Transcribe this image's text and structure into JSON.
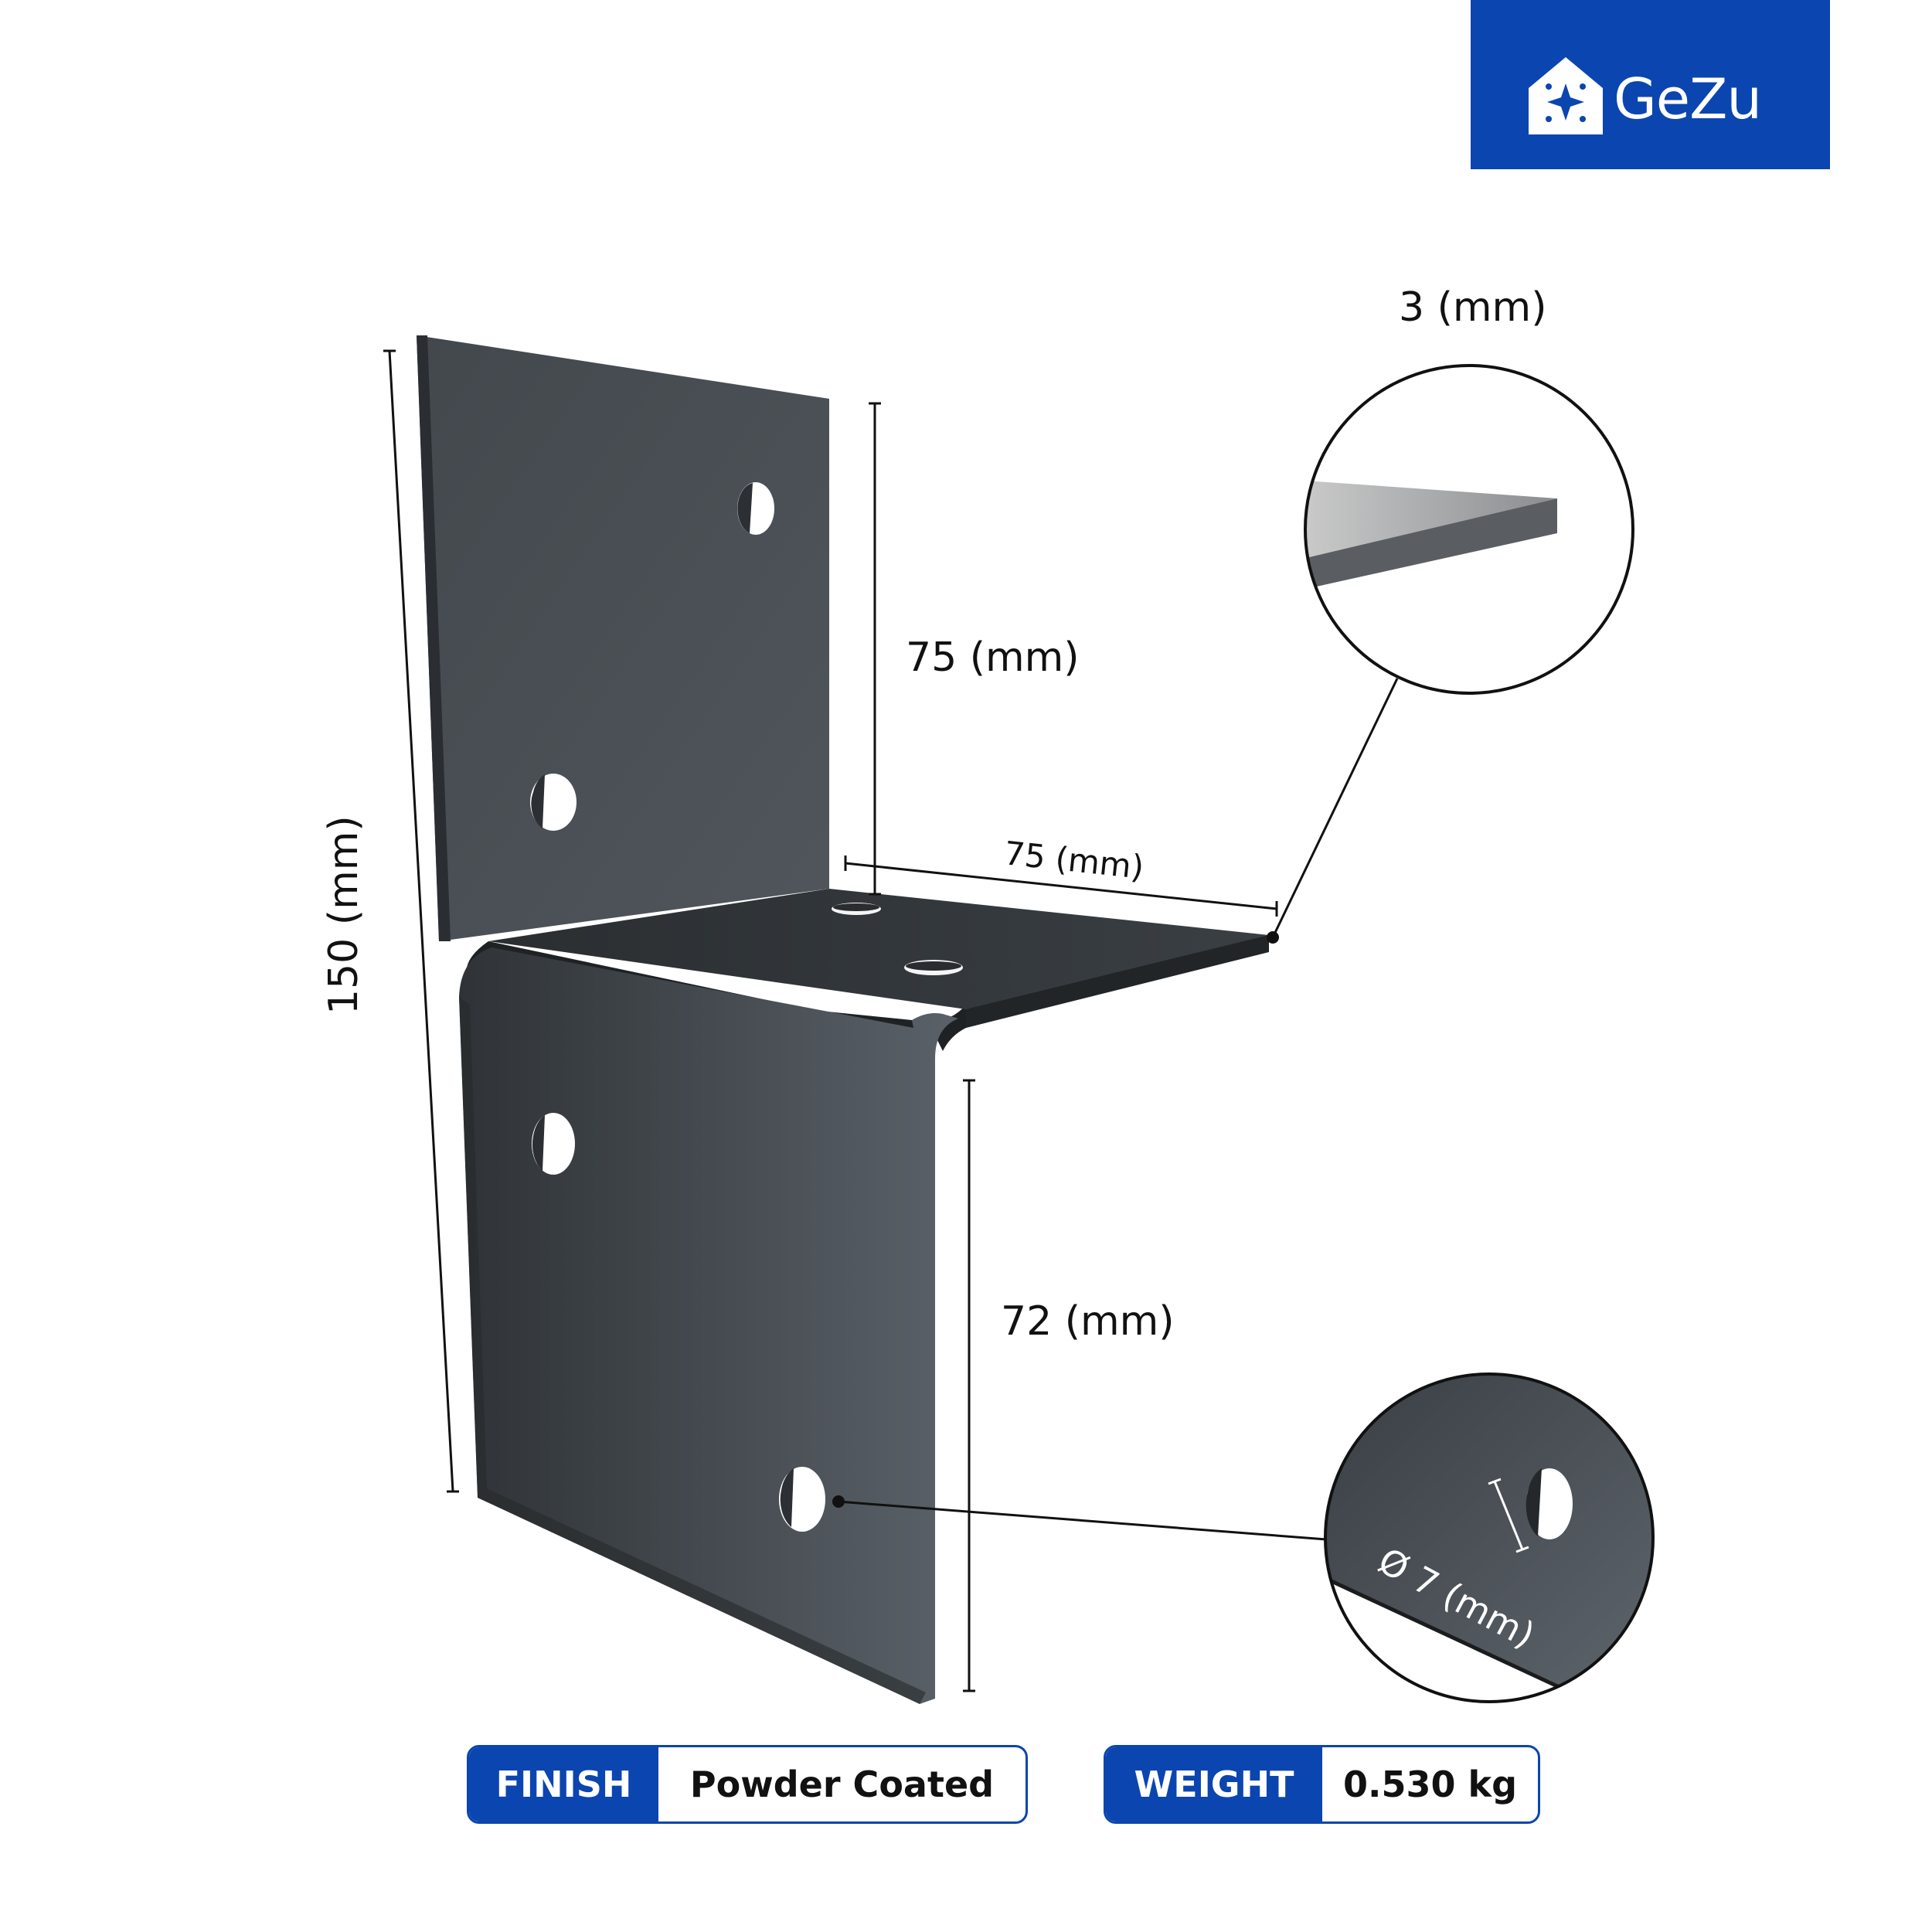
{
  "brand": {
    "name": "GeZu",
    "color": "#0b45b0",
    "icon": "house-star-icon"
  },
  "dimensions": {
    "thickness": "3 (mm)",
    "top_height": "75 (mm)",
    "flange_depth": "75 (mm)",
    "bottom_height": "72 (mm)",
    "total_height": "150 (mm)",
    "hole_diameter": "Ø 7 (mm)"
  },
  "specs": {
    "finish_label": "FINISH",
    "finish_value": "Powder Coated",
    "weight_label": "WEIGHT",
    "weight_value": "0.530 kg"
  },
  "colors": {
    "metal_dark": "#2e3236",
    "metal_light": "#5a6168",
    "accent": "#0b45b0"
  }
}
